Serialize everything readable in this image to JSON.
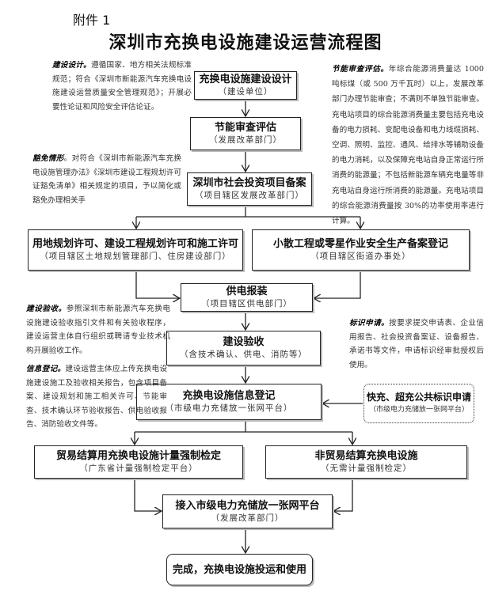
{
  "attachment_label": "附件 1",
  "title": "深圳市充换电设施建设运营流程图",
  "steps": [
    {
      "main": "充换电设施建设设计",
      "sub": "（建设单位）"
    },
    {
      "main": "节能审查评估",
      "sub": "（发展改革部门）"
    },
    {
      "main": "深圳市社会投资项目备案",
      "sub": "（项目辖区发展改革部门）"
    },
    {
      "main": "用地规划许可、建设工程规划许可和施工许可",
      "sub": "（项目辖区土地规划管理部门、住房建设部门）"
    },
    {
      "main": "小散工程或零星作业安全生产备案登记",
      "sub": "（项目辖区街道办事处）"
    },
    {
      "main": "供电报装",
      "sub": "（项目辖区供电部门）"
    },
    {
      "main": "建设验收",
      "sub": "（含技术确认、供电、消防等）"
    },
    {
      "main": "充换电设施信息登记",
      "sub": "（市级电力充储放一张网平台）"
    },
    {
      "main": "快充、超充公共标识申请",
      "sub": "（市级电力充储放一张网平台）"
    },
    {
      "main": "贸易结算用充换电设施计量强制检定",
      "sub": "（广东省计量强制检定平台）"
    },
    {
      "main": "非贸易结算充换电设施",
      "sub": "（无需计量强制检定）"
    },
    {
      "main": "接入市级电力充储放一张网平台",
      "sub": "（发展改革部门）"
    },
    {
      "main": "完成，充换电设施投运和使用",
      "sub": ""
    }
  ],
  "notes": [
    {
      "label": "建设设计。",
      "text": "遵循国家、地方相关法规标准规范；符合《深圳市新能源汽车充换电设施建设运营质量安全管理规范》；开展必要性论证和风险安全评估论证。"
    },
    {
      "label": "节能审查评估。",
      "text": "年综合能源消费量达 1000 吨标煤（或 500 万千瓦时）以上，发展改革部门办理节能审查；不满则不单独节能审查。充电站项目的综合能源消费量主要包括充电设备的电力损耗、变配电设备和电力线缆损耗、空调、照明、监控、通风、给排水等辅助设备的电力消耗，以及保障充电站自身正常运行所消费的能源量；不包括新能源车辆充电量等非充电站自身运行所消费的能源量。充电站项目的综合能源消费量按 30%的功率使用率进行计算。"
    },
    {
      "label": "豁免情形",
      "text": "。对符合《深圳市新能源汽车充换电设施管理办法》《深圳市建设工程规划许可证豁免清单》相关规定的项目，予以简化或豁免办理相关手"
    },
    {
      "label": "建设验收。",
      "text": "参照深圳市新能源汽车充换电设施建设验收指引文件和有关验收程序，建设运营主体自行组织或聘请专业技术机构开展验收工作。"
    },
    {
      "label": "信息登记。",
      "text": "建设运营主体应上传充换电设施建设施工及验收相关报告，包含项目备案、建设规划和施工相关许可、节能审查、技术确认环节验收报告、供电验收报告、消防验收文件等。"
    },
    {
      "label": "标识申请。",
      "text": "按要求提交申请表、企业信用报告、社会投资备案证、设备报告、承诺书等文件，申请标识经审批授权后使用。"
    }
  ],
  "colors": {
    "line": "#222222",
    "text": "#111111"
  }
}
